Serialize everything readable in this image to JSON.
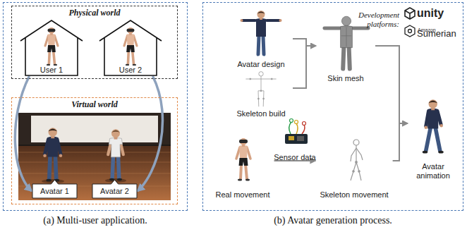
{
  "diagram": {
    "nodes": [
      {
        "text": [
          "(a) Multi-user application."
        ]
      },
      {
        "text": [
          "Physical world"
        ],
        "in": 0
      },
      {
        "text": [
          "User 1"
        ],
        "in": 1
      },
      {
        "text": [
          "User 2"
        ],
        "in": 1
      },
      {
        "text": [
          "Virtual world"
        ],
        "in": 0
      },
      {
        "text": [
          "Avatar 1"
        ],
        "in": 4
      },
      {
        "text": [
          "Avatar 2"
        ],
        "in": 4
      },
      {
        "text": [
          "(b) Avatar generation process."
        ]
      },
      {
        "text": [
          "Avatar design"
        ],
        "in": 7
      },
      {
        "text": [
          "Skeleton build"
        ],
        "in": 7
      },
      {
        "text": [
          "Skin mesh"
        ],
        "in": 7
      },
      {
        "text": [
          "Real movement"
        ],
        "in": 7
      },
      {
        "text": [
          "Skeleton movement"
        ],
        "in": 7
      },
      {
        "text": [
          "Avatar animation"
        ],
        "in": 7
      }
    ],
    "edges": [
      {
        "from": 2,
        "to": 5,
        "arrow": "to"
      },
      {
        "from": 3,
        "to": 6,
        "arrow": "to"
      },
      {
        "from": 8,
        "to": 10,
        "arrow": "to"
      },
      {
        "from": 9,
        "to": 10,
        "arrow": "to"
      },
      {
        "from": 10,
        "to": 13,
        "arrow": "to"
      },
      {
        "from": 11,
        "to": 12,
        "label": "Sensor data",
        "arrow": "to"
      },
      {
        "from": 12,
        "to": 13,
        "arrow": "to"
      }
    ],
    "labels": [
      "Development platforms:",
      "unity",
      "Amazon",
      "Sumerian"
    ]
  }
}
